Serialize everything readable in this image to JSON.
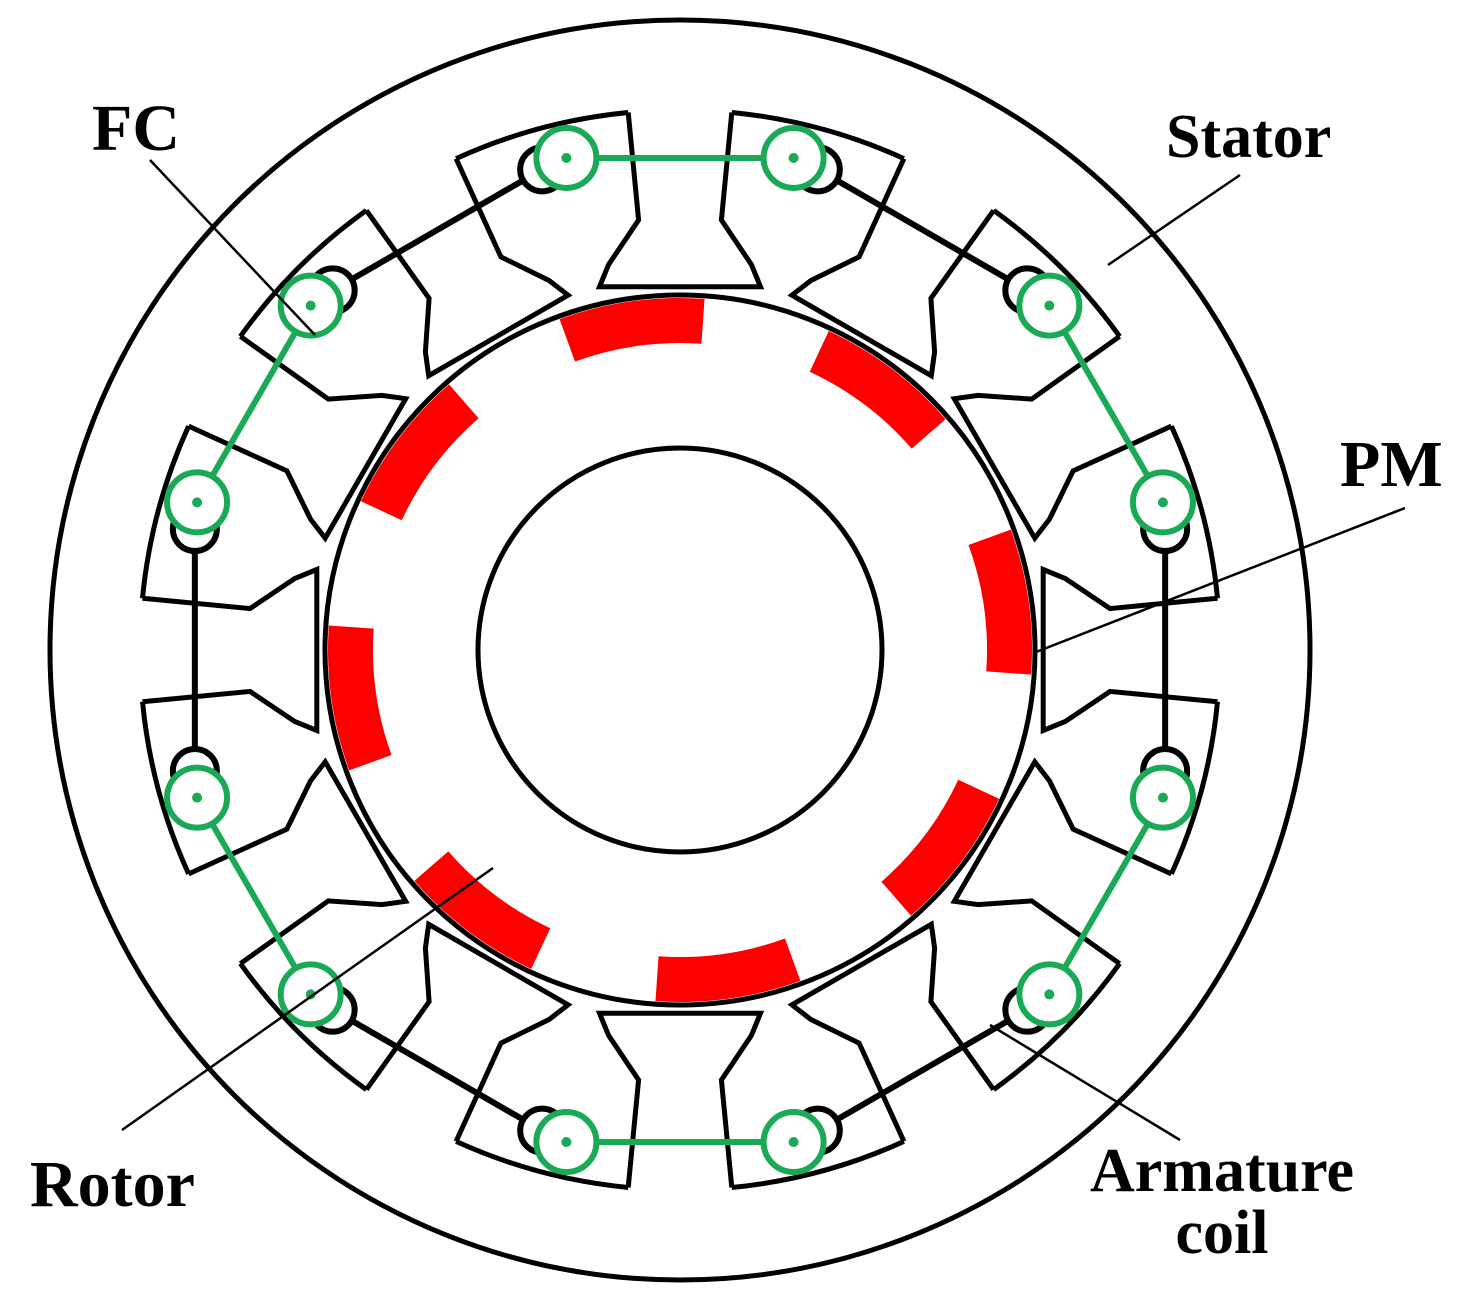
{
  "labels": {
    "fc": "FC",
    "stator": "Stator",
    "pm": "PM",
    "rotor": "Rotor",
    "armature_line1": "Armature",
    "armature_line2": "coil"
  },
  "colors": {
    "outline": "#000000",
    "magnet": "#ff0000",
    "field_coil": "#1aaa55",
    "armature_coil": "#000000"
  },
  "counts": {
    "stator_teeth": 12,
    "permanent_magnets": 8
  }
}
